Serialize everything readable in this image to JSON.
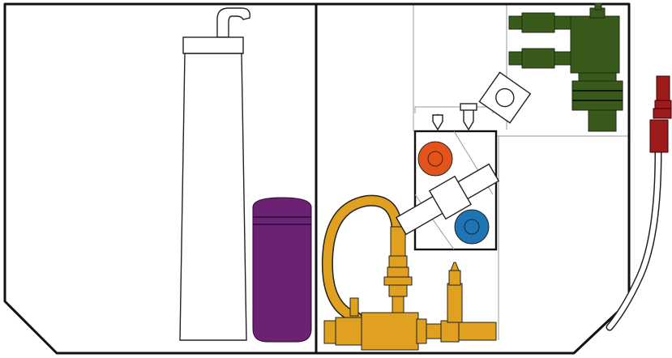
{
  "colors": {
    "background": "#ffffff",
    "outline": "#111111",
    "thin_line": "#999999",
    "bottle_purple": "#6b2273",
    "pump_yellow": "#e0a020",
    "valve_green": "#3a5a1c",
    "connector_red": "#9e1b1b",
    "port_orange": "#e2541c",
    "port_blue": "#1f74b4",
    "tube_white": "#ffffff"
  },
  "components": [
    {
      "name": "white-cylinder",
      "color": "tube_white"
    },
    {
      "name": "purple-bottle",
      "color": "bottle_purple"
    },
    {
      "name": "yellow-pump-assembly",
      "color": "pump_yellow"
    },
    {
      "name": "green-valve-block",
      "color": "valve_green"
    },
    {
      "name": "red-connector",
      "color": "connector_red"
    },
    {
      "name": "orange-port",
      "color": "port_orange"
    },
    {
      "name": "blue-port",
      "color": "port_blue"
    }
  ]
}
